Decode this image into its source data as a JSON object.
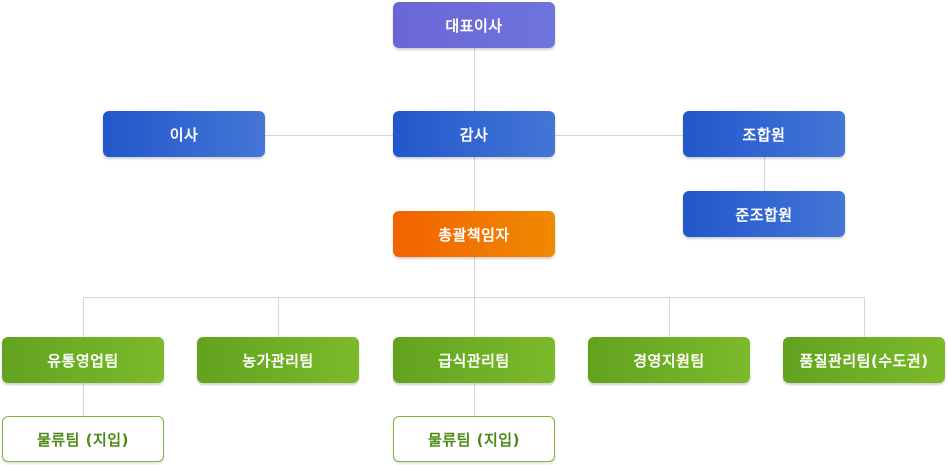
{
  "org_chart": {
    "ceo": "대표이사",
    "director": "이사",
    "auditor": "감사",
    "member": "조합원",
    "associate_member": "준조합원",
    "general_manager": "총괄책임자",
    "teams": [
      {
        "label": "유통영업팀",
        "sub": "물류팀 (지입)"
      },
      {
        "label": "농가관리팀"
      },
      {
        "label": "급식관리팀",
        "sub": "물류팀 (지입)"
      },
      {
        "label": "경영지원팀"
      },
      {
        "label": "품질관리팀(수도권)"
      }
    ]
  },
  "colors": {
    "ceo": "#6a66d6",
    "blue": "#2257cb",
    "orange": "#f26200",
    "green": "#62a21f",
    "line": "#d6d6d6"
  }
}
